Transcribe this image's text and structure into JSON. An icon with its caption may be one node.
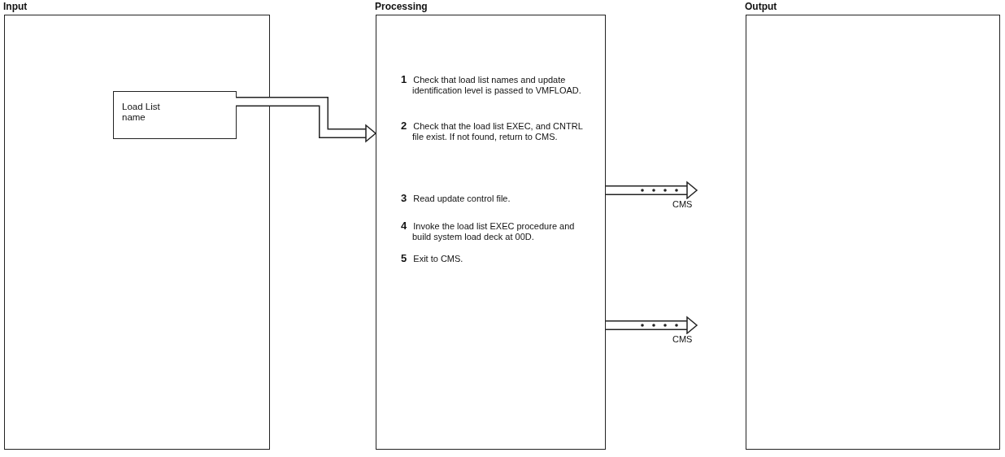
{
  "diagram": {
    "nodes": [
      {
        "text": [
          "Input"
        ]
      },
      {
        "text": [
          "Load List name"
        ],
        "in": 0
      },
      {
        "text": [
          "Processing",
          "**1** Check that load list names and update identification level is passed to VMFLOAD.",
          "**2** Check that the load list EXEC, and CNTRL file exist. If not found, return to CMS.",
          "**3** Read update control file.",
          "**4** Invoke the load list EXEC procedure and build system load deck at 00D.",
          "**5** Exit to CMS."
        ]
      },
      {
        "text": [
          "Output"
        ]
      }
    ],
    "edges": [
      {
        "from": 1,
        "to": 2,
        "arrow": "to"
      },
      {
        "from": 2,
        "to": null,
        "arrow": "to",
        "label": "CMS"
      },
      {
        "from": 2,
        "to": null,
        "arrow": "to",
        "label": "CMS"
      }
    ]
  }
}
